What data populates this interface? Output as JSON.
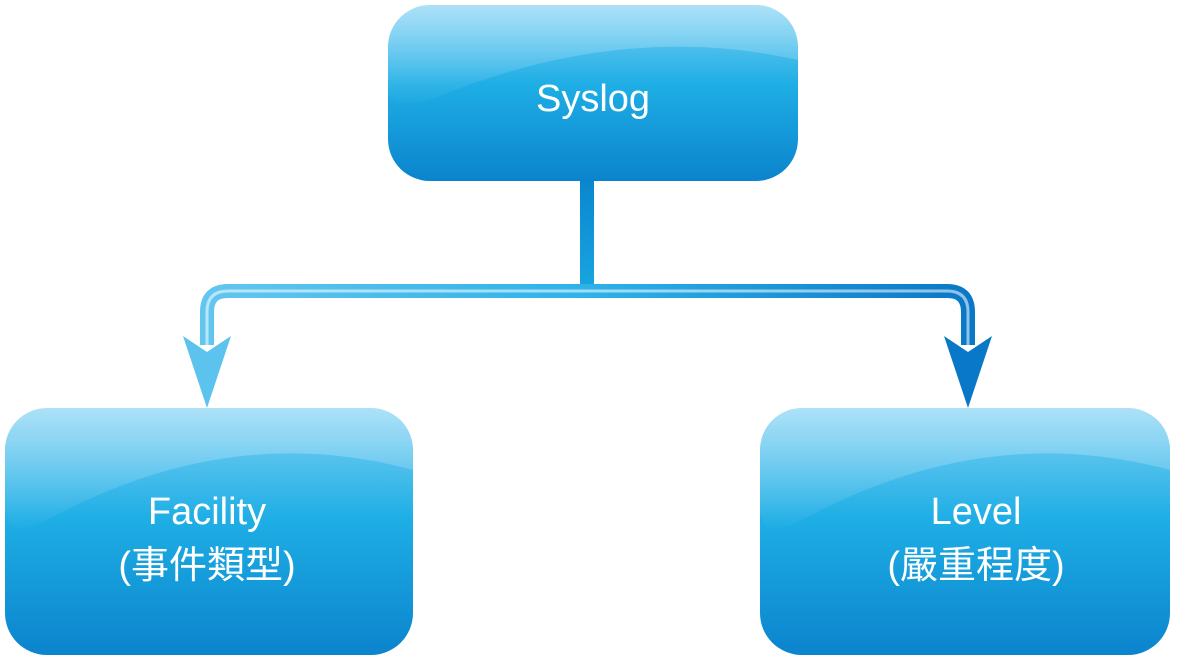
{
  "diagram": {
    "root": {
      "label": "Syslog"
    },
    "children": [
      {
        "line1": "Facility",
        "line2": "(事件類型)"
      },
      {
        "line1": "Level",
        "line2": "(嚴重程度)"
      }
    ]
  },
  "colors": {
    "box_top": "#7fd0f4",
    "box_mid": "#18a8e2",
    "box_bottom": "#0a85cf",
    "connector_light": "#5cc3ee",
    "connector_dark": "#0a78c8",
    "text": "#ffffff",
    "background": "#ffffff"
  }
}
